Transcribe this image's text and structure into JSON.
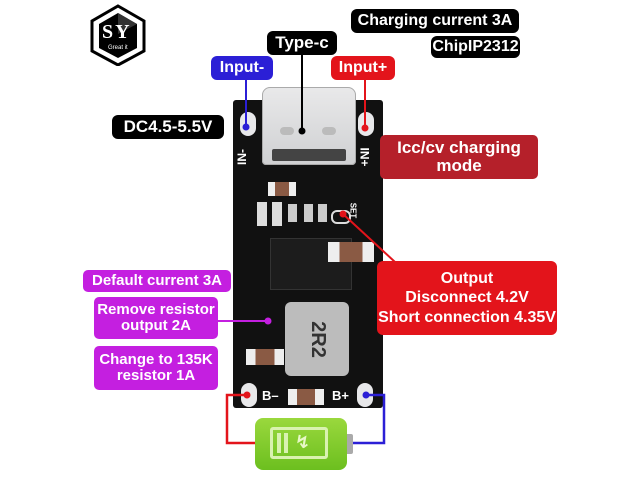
{
  "logo": {
    "letters": "SY",
    "tagline": "Great it"
  },
  "labels": {
    "charging_current": "Charging current 3A",
    "chip": "ChipIP2312",
    "type_c": "Type-c",
    "input_minus": "Input-",
    "input_plus": "Input+",
    "voltage": "DC4.5-5.5V",
    "mode_line1": "Icc/cv charging",
    "mode_line2": "mode",
    "output_line1": "Output",
    "output_line2": "Disconnect 4.2V",
    "output_line3": "Short connection 4.35V",
    "default_current": "Default current 3A",
    "remove_line1": "Remove resistor",
    "remove_line2": "output 2A",
    "change_line1": "Change to 135K",
    "change_line2": "resistor 1A"
  },
  "board": {
    "silk_in_minus": "IN-",
    "silk_in_plus": "IN+",
    "silk_b_minus": "B–",
    "silk_b_plus": "B+",
    "silk_set": "SET",
    "inductor_marking": "2R2"
  },
  "colors": {
    "blue": "#2b1fd6",
    "red": "#e3141b",
    "dark_red": "#b5202a",
    "magenta": "#c41fe0",
    "battery_green": "#7ccc2a"
  }
}
